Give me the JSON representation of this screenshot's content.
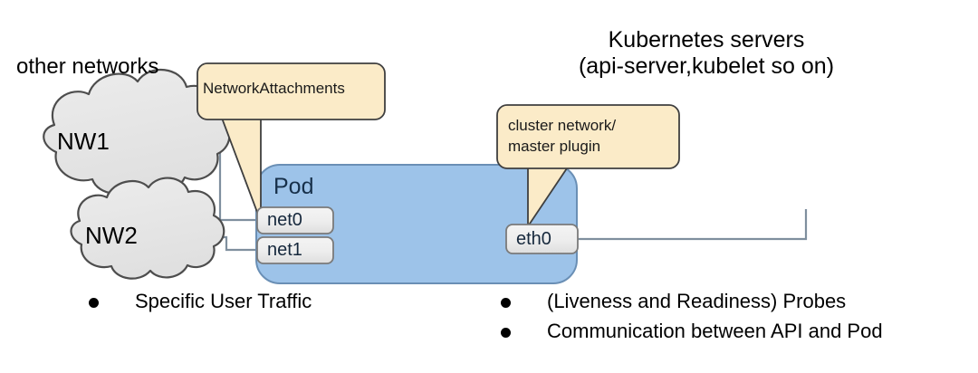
{
  "diagram": {
    "title_lines": [
      "Kubernetes servers",
      "(api-server,kubelet so on)"
    ],
    "other_networks_label": "other networks",
    "clouds": [
      {
        "name": "NW1"
      },
      {
        "name": "NW2"
      }
    ],
    "callouts": [
      {
        "id": "network-attachments",
        "lines": [
          "NetworkAttachments"
        ]
      },
      {
        "id": "cluster-network",
        "lines": [
          "cluster network/",
          "master plugin"
        ]
      }
    ],
    "pod": {
      "label": "Pod",
      "left_interfaces": [
        "net0",
        "net1"
      ],
      "right_interfaces": [
        "eth0"
      ]
    },
    "bullets_left": [
      "Specific User Traffic"
    ],
    "bullets_right": [
      "(Liveness and Readiness) Probes",
      "Communication between API and Pod"
    ],
    "colors": {
      "pod_fill": "#9dc3e9",
      "pod_stroke": "#6a8fb5",
      "callout_fill": "#fbebc8",
      "callout_stroke": "#3f3f3f",
      "cloud_fill": "#e6e6e6",
      "cloud_stroke": "#4d4d4d",
      "iface_fill": "#ececec",
      "iface_stroke": "#7a7a7a",
      "line": "#7f8f9e",
      "text": "#000000"
    }
  }
}
